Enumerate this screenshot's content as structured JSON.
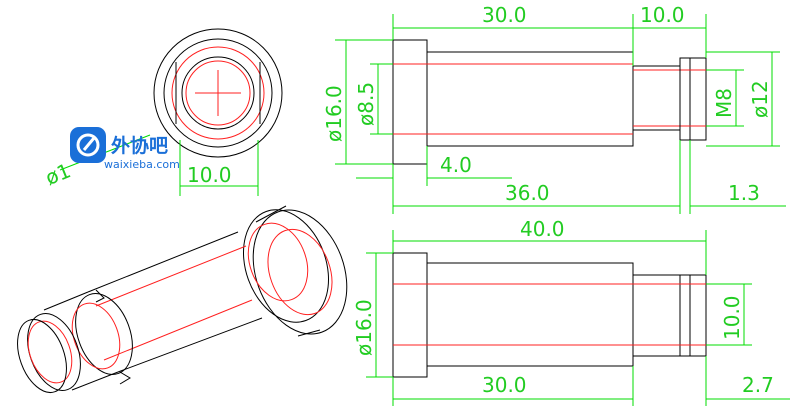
{
  "dimensions": {
    "top_len_30": "30.0",
    "top_len_10": "10.0",
    "dia_16": "ø16.0",
    "dia_8_5": "ø8.5",
    "m8": "M8",
    "dia_12": "ø12",
    "len_4": "4.0",
    "len_36": "36.0",
    "len_1_3": "1.3",
    "front_10": "10.0",
    "front_dia": "ø1",
    "len_40": "40.0",
    "dia_16_b": "ø16.0",
    "side_10": "10.0",
    "bot_30": "30.0",
    "len_2_7": "2.7"
  },
  "watermark": {
    "brand": "外协吧",
    "domain": "waixieba.com"
  },
  "colors": {
    "outline": "#000000",
    "hidden": "#ff2020",
    "dimension": "#00dd00",
    "watermark": "#1a6fd8"
  }
}
